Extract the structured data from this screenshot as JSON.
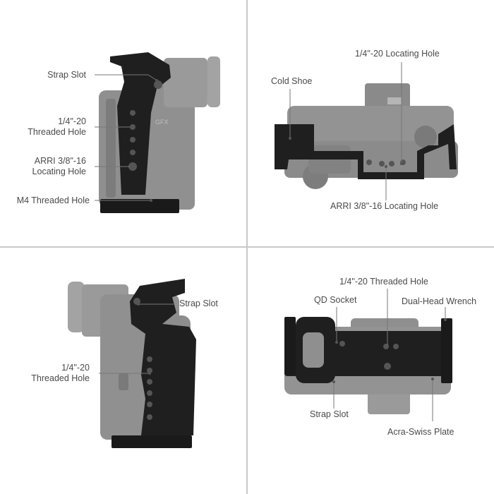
{
  "panels": {
    "top_left": {
      "callouts": {
        "strap_slot": "Strap Slot",
        "threaded_hole_1": "1/4\"-20",
        "threaded_hole_2": "Threaded Hole",
        "arri_1": "ARRI 3/8\"-16",
        "arri_2": "Locating Hole",
        "m4": "M4 Threaded Hole"
      },
      "camera_brand": "GFX"
    },
    "top_right": {
      "callouts": {
        "locating_hole": "1/4\"-20 Locating Hole",
        "cold_shoe": "Cold Shoe",
        "arri_locating_hole": "ARRI 3/8\"-16 Locating Hole"
      }
    },
    "bottom_left": {
      "callouts": {
        "strap_slot": "Strap Slot",
        "threaded_hole_1": "1/4\"-20",
        "threaded_hole_2": "Threaded Hole"
      }
    },
    "bottom_right": {
      "callouts": {
        "threaded_hole": "1/4\"-20 Threaded Hole",
        "qd_socket": "QD Socket",
        "wrench": "Dual-Head Wrench",
        "strap_slot": "Strap Slot",
        "acra_swiss": "Acra-Swiss Plate"
      }
    }
  },
  "colors": {
    "camera_body": "#8c8c8c",
    "camera_dark": "#6e6e6e",
    "cage": "#1f1f1f",
    "divider": "#c8c8c8",
    "label": "#4a4a4a"
  }
}
